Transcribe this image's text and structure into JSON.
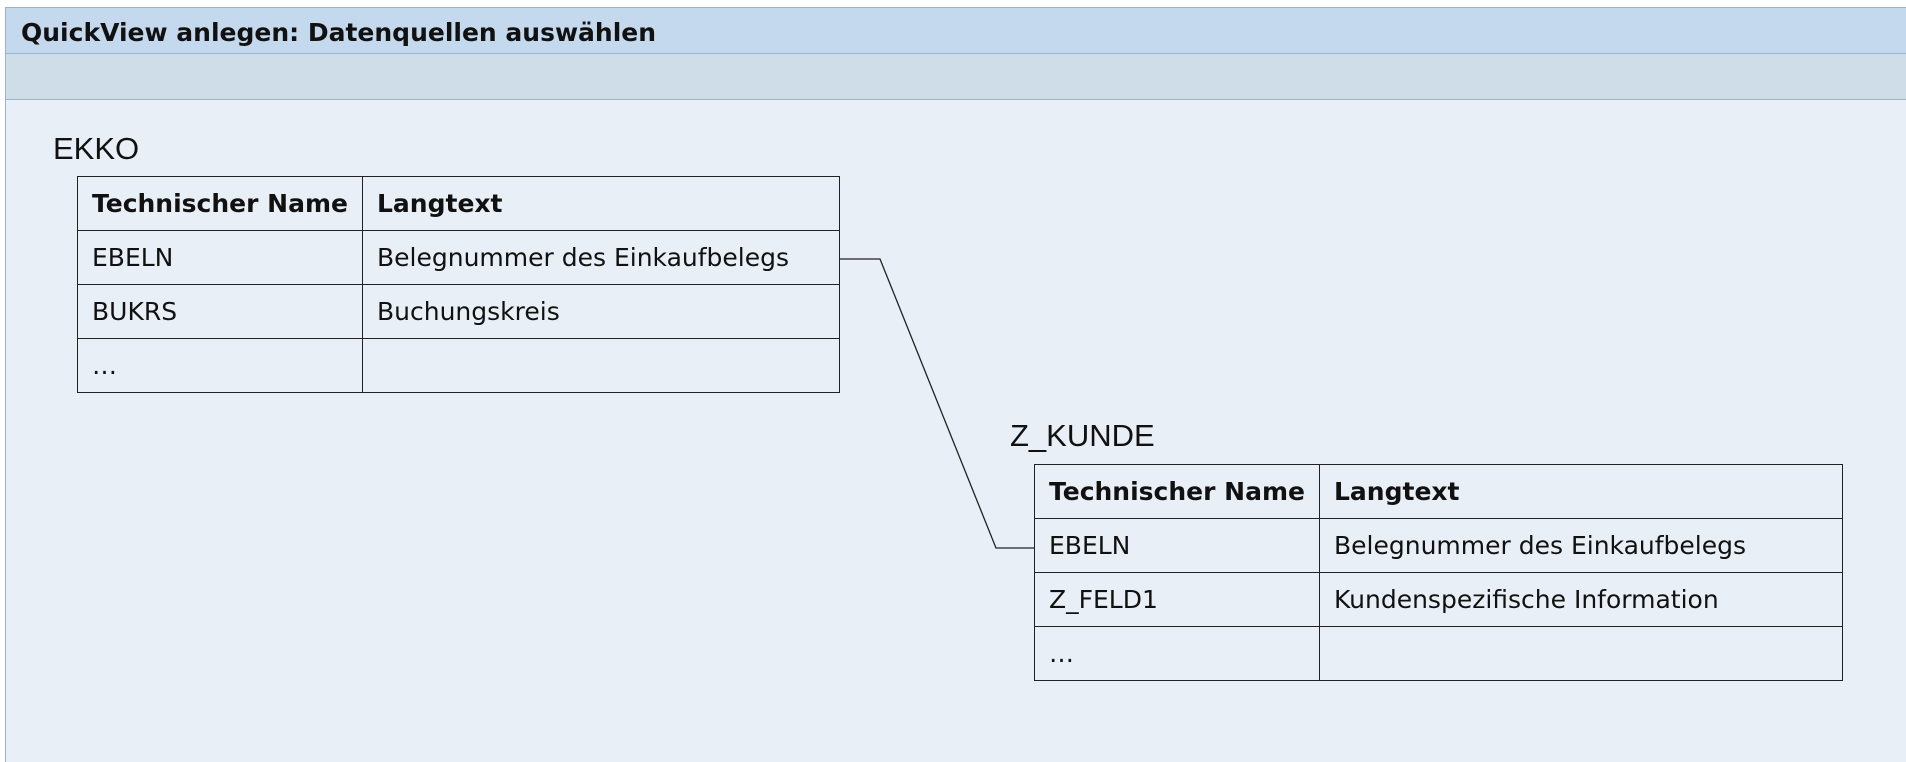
{
  "window": {
    "title": "QuickView anlegen: Datenquellen auswählen"
  },
  "sources": [
    {
      "name": "EKKO",
      "headers": [
        "Technischer Name",
        "Langtext"
      ],
      "rows": [
        [
          "EBELN",
          "Belegnummer des Einkaufbelegs"
        ],
        [
          "BUKRS",
          "Buchungskreis"
        ],
        [
          "…",
          ""
        ]
      ]
    },
    {
      "name": "Z_KUNDE",
      "headers": [
        "Technischer Name",
        "Langtext"
      ],
      "rows": [
        [
          "EBELN",
          "Belegnummer des Einkaufbelegs"
        ],
        [
          "Z_FELD1",
          "Kundenspezifische Information"
        ],
        [
          "…",
          ""
        ]
      ]
    }
  ],
  "join": {
    "from_field": "EBELN",
    "to_field": "EBELN"
  }
}
